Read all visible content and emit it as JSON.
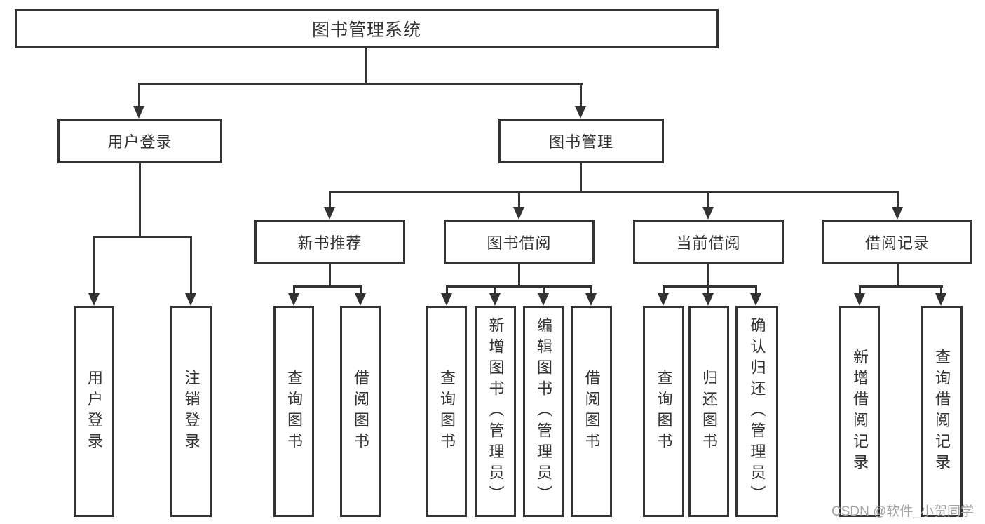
{
  "diagram_type": "hierarchy",
  "colors": {
    "background": "#ffffff",
    "line": "#333333",
    "text": "#333333",
    "watermark": "#a3a3a3"
  },
  "tree": {
    "label": "图书管理系统",
    "children": [
      {
        "label": "用户登录",
        "children": [
          {
            "label": "用户登录"
          },
          {
            "label": "注销登录"
          }
        ]
      },
      {
        "label": "图书管理",
        "children": [
          {
            "label": "新书推荐",
            "children": [
              {
                "label": "查询图书"
              },
              {
                "label": "借阅图书"
              }
            ]
          },
          {
            "label": "图书借阅",
            "children": [
              {
                "label": "查询图书"
              },
              {
                "label": "新增图书（管理员）"
              },
              {
                "label": "编辑图书（管理员）"
              },
              {
                "label": "借阅图书"
              }
            ]
          },
          {
            "label": "当前借阅",
            "children": [
              {
                "label": "查询图书"
              },
              {
                "label": "归还图书"
              },
              {
                "label": "确认归还（管理员）"
              }
            ]
          },
          {
            "label": "借阅记录",
            "children": [
              {
                "label": "新增借阅记录"
              },
              {
                "label": "查询借阅记录"
              }
            ]
          }
        ]
      }
    ]
  },
  "watermark": {
    "text": "CSDN @软件_小贺同学"
  }
}
